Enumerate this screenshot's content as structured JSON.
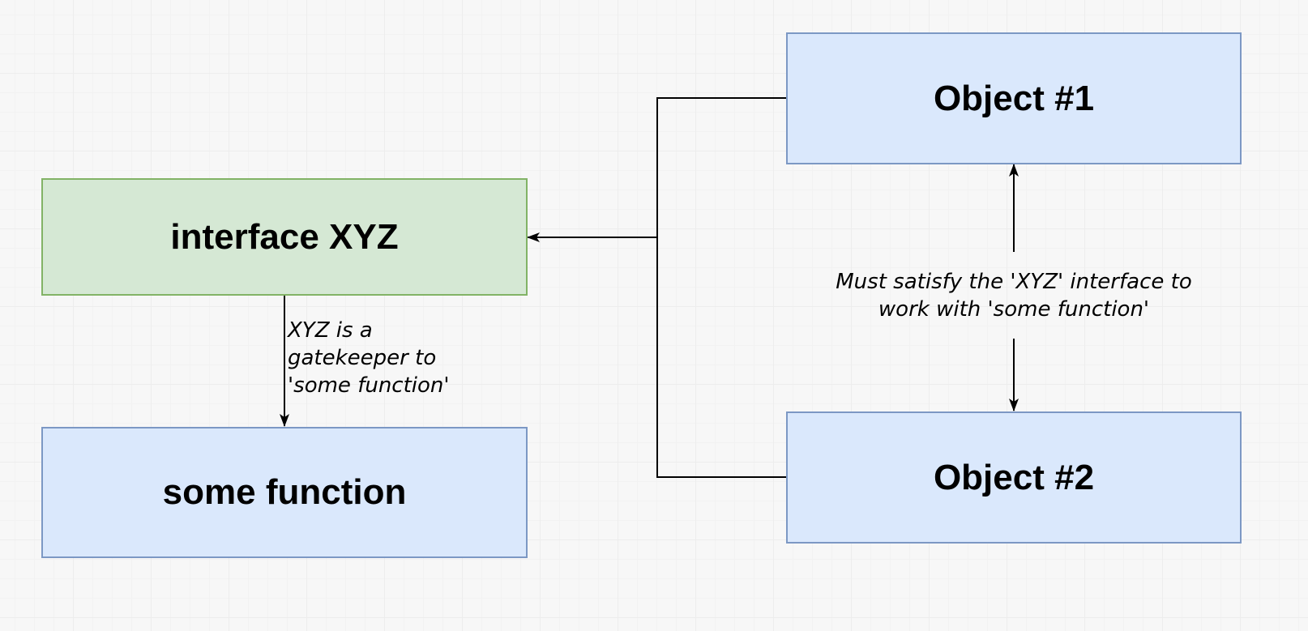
{
  "nodes": {
    "interface": "interface XYZ",
    "some_function": "some function",
    "object1": "Object #1",
    "object2": "Object #2"
  },
  "notes": {
    "gatekeeper": [
      "XYZ is a",
      "gatekeeper to",
      "'some function'"
    ],
    "must_satisfy": [
      "Must satisfy the 'XYZ' interface to",
      "work with 'some function'"
    ]
  },
  "colors": {
    "blue_fill": "#dae8fc",
    "blue_border": "#7c98c4",
    "green_fill": "#d5e8d4",
    "green_border": "#82b366",
    "connector": "#000000"
  }
}
